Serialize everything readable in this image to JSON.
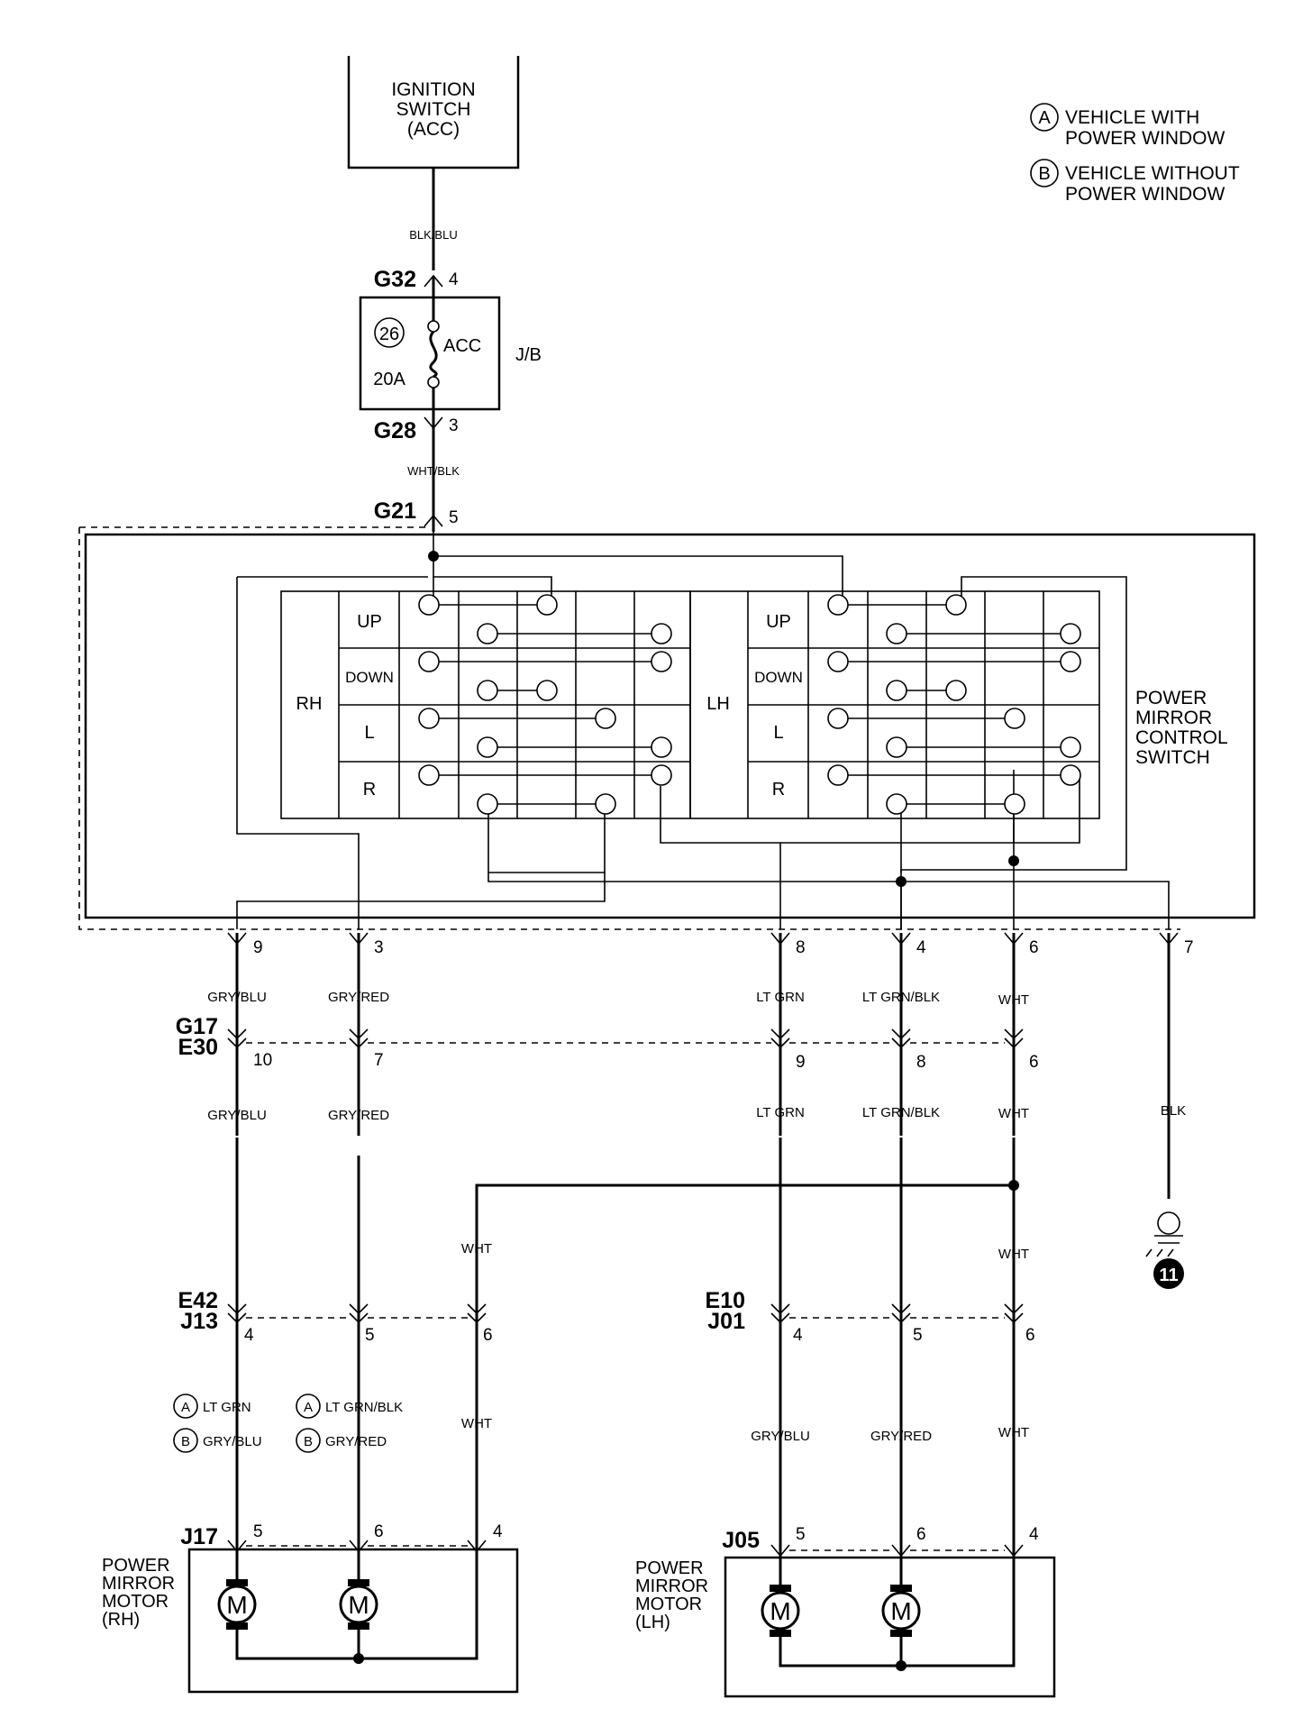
{
  "ignition_switch": {
    "line1": "IGNITION",
    "line2": "SWITCH",
    "line3": "(ACC)"
  },
  "legend": {
    "a": {
      "mark": "A",
      "line1": "VEHICLE WITH",
      "line2": "POWER WINDOW"
    },
    "b": {
      "mark": "B",
      "line1": "VEHICLE WITHOUT",
      "line2": "POWER WINDOW"
    }
  },
  "wires": {
    "blk_blu": "BLK/BLU",
    "wht_blk": "WHT/BLK",
    "gry_blu": "GRY/BLU",
    "gry_red": "GRY/RED",
    "lt_grn": "LT GRN",
    "lt_grn_blk": "LT GRN/BLK",
    "wht": "WHT",
    "blk": "BLK"
  },
  "connectors": {
    "g32": "G32",
    "g28": "G28",
    "g21": "G21",
    "g17": "G17",
    "e30": "E30",
    "e42": "E42",
    "j13": "J13",
    "e10": "E10",
    "j01": "J01",
    "j17": "J17",
    "j05": "J05"
  },
  "pins": {
    "g32": "4",
    "g28": "3",
    "g21": "5",
    "sw": [
      "9",
      "3",
      "8",
      "4",
      "6",
      "7"
    ],
    "e30": [
      "10",
      "7",
      "9",
      "8",
      "6"
    ],
    "j13": [
      "4",
      "5",
      "6"
    ],
    "j01": [
      "4",
      "5",
      "6"
    ],
    "j17": [
      "5",
      "6",
      "4"
    ],
    "j05": [
      "5",
      "6",
      "4"
    ]
  },
  "fuse": {
    "number": "26",
    "rating": "20A",
    "name": "ACC",
    "block": "J/B"
  },
  "switch": {
    "rh": "RH",
    "lh": "LH",
    "rows": [
      "UP",
      "DOWN",
      "L",
      "R"
    ],
    "title": [
      "POWER",
      "MIRROR",
      "CONTROL",
      "SWITCH"
    ]
  },
  "option_labels": {
    "a": "A",
    "b": "B",
    "rh_left_a": "LT GRN",
    "rh_left_b": "GRY/BLU",
    "rh_mid_a": "LT GRN/BLK",
    "rh_mid_b": "GRY/RED"
  },
  "ground": {
    "number": "11"
  },
  "motor_rh": {
    "symbol": "M",
    "title": [
      "POWER",
      "MIRROR",
      "MOTOR",
      "(RH)"
    ]
  },
  "motor_lh": {
    "symbol": "M",
    "title": [
      "POWER",
      "MIRROR",
      "MOTOR",
      "(LH)"
    ]
  }
}
